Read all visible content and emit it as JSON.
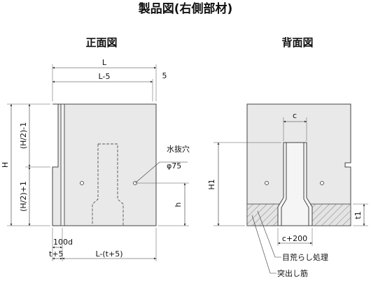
{
  "title": "製品図(右側部材)",
  "views": {
    "front": "正面図",
    "back": "背面図"
  },
  "front_dims": {
    "L": "L",
    "L5": "L-5",
    "five": "5",
    "H": "H",
    "H2m1": "(H/2)-1",
    "H2p1": "(H/2)+1",
    "h": "h",
    "d100": "100d",
    "t5": "t+5",
    "Lt5": "L-(t+5)"
  },
  "front_notes": {
    "hole_label": "水抜穴",
    "hole_size": "φ75"
  },
  "back_dims": {
    "c": "c",
    "H1": "H1",
    "t1": "t1",
    "c200": "c+200"
  },
  "back_notes": {
    "rough": "目荒らし処理",
    "rebar": "突出し筋"
  }
}
